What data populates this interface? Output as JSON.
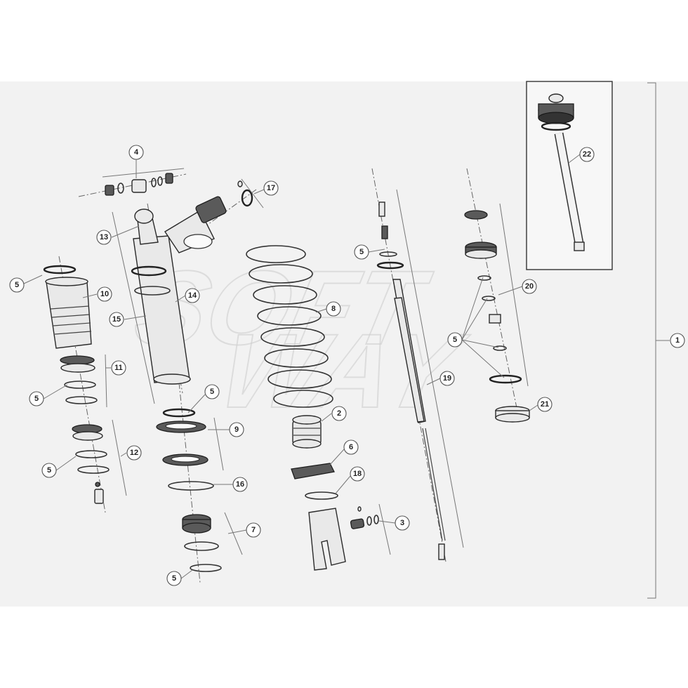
{
  "diagram": {
    "watermark": [
      "SOFT",
      "WAY"
    ],
    "callouts": [
      {
        "id": "c1",
        "label": "1"
      },
      {
        "id": "c2",
        "label": "2"
      },
      {
        "id": "c3",
        "label": "3"
      },
      {
        "id": "c4",
        "label": "4"
      },
      {
        "id": "c5a",
        "label": "5"
      },
      {
        "id": "c5b",
        "label": "5"
      },
      {
        "id": "c5c",
        "label": "5"
      },
      {
        "id": "c5d",
        "label": "5"
      },
      {
        "id": "c5e",
        "label": "5"
      },
      {
        "id": "c5f",
        "label": "5"
      },
      {
        "id": "c5g",
        "label": "5"
      },
      {
        "id": "c6",
        "label": "6"
      },
      {
        "id": "c7",
        "label": "7"
      },
      {
        "id": "c8",
        "label": "8"
      },
      {
        "id": "c9",
        "label": "9"
      },
      {
        "id": "c10",
        "label": "10"
      },
      {
        "id": "c11",
        "label": "11"
      },
      {
        "id": "c12",
        "label": "12"
      },
      {
        "id": "c13",
        "label": "13"
      },
      {
        "id": "c14",
        "label": "14"
      },
      {
        "id": "c15",
        "label": "15"
      },
      {
        "id": "c16",
        "label": "16"
      },
      {
        "id": "c17",
        "label": "17"
      },
      {
        "id": "c18",
        "label": "18"
      },
      {
        "id": "c19",
        "label": "19"
      },
      {
        "id": "c20",
        "label": "20"
      },
      {
        "id": "c21",
        "label": "21"
      },
      {
        "id": "c22",
        "label": "22"
      }
    ]
  }
}
